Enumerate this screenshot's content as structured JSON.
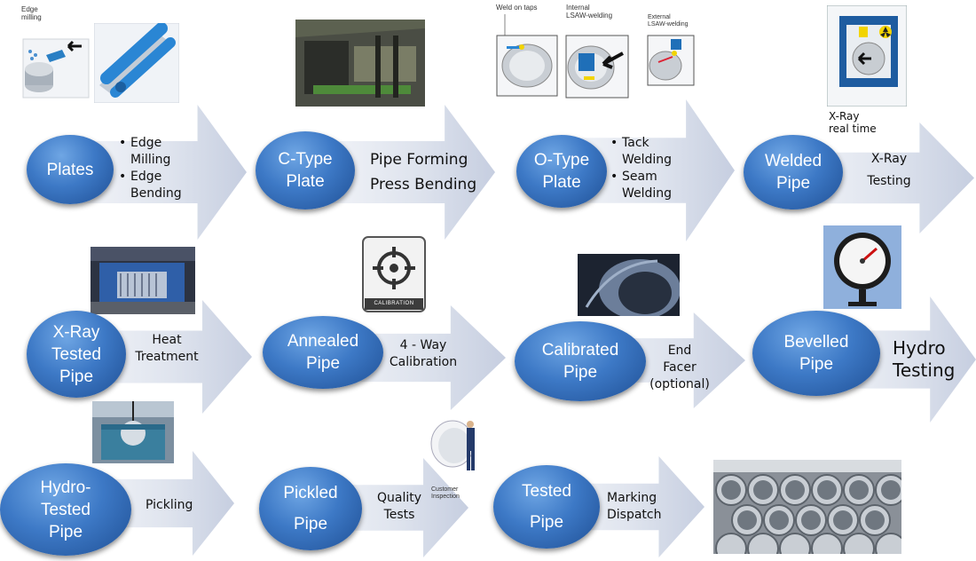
{
  "steps": [
    {
      "oval": [
        "Plates"
      ],
      "bullets": [
        "Edge Milling",
        "Edge Bending"
      ]
    },
    {
      "oval": [
        "C-Type",
        "Plate"
      ],
      "label": [
        "Pipe Forming",
        "Press Bending"
      ]
    },
    {
      "oval": [
        "O-Type",
        "Plate"
      ],
      "bullets": [
        "Tack Welding",
        "Seam Welding"
      ]
    },
    {
      "oval": [
        "Welded",
        "Pipe"
      ],
      "label": [
        "X-Ray",
        "Testing"
      ]
    },
    {
      "oval": [
        "X-Ray",
        "Tested",
        "Pipe"
      ],
      "label": [
        "Heat",
        "Treatment"
      ]
    },
    {
      "oval": [
        "Annealed",
        "Pipe"
      ],
      "label": [
        "4 - Way",
        "Calibration"
      ]
    },
    {
      "oval": [
        "Calibrated",
        "Pipe"
      ],
      "label": [
        "End",
        "Facer",
        "(optional)"
      ]
    },
    {
      "oval": [
        "Bevelled",
        "Pipe"
      ],
      "label": [
        "Hydro",
        "Testing"
      ]
    },
    {
      "oval": [
        "Hydro-",
        "Tested",
        "Pipe"
      ],
      "label": [
        "Pickling"
      ]
    },
    {
      "oval": [
        "Pickled",
        "Pipe"
      ],
      "label": [
        "Quality",
        "Tests"
      ]
    },
    {
      "oval": [
        "Tested",
        "Pipe"
      ],
      "label": [
        "Marking",
        "Dispatch"
      ]
    }
  ],
  "captions": {
    "edge_milling": [
      "Edge",
      "milling"
    ],
    "weld_on_taps": "Weld on taps",
    "internal_welding": [
      "Internal",
      "LSAW-welding"
    ],
    "external_welding": [
      "External",
      "LSAW-welding"
    ],
    "xray_realtime": [
      "X-Ray",
      "real time"
    ],
    "calibration_badge": "CALIBRATION",
    "customer_inspection": [
      "Customer",
      "Inspection"
    ]
  }
}
